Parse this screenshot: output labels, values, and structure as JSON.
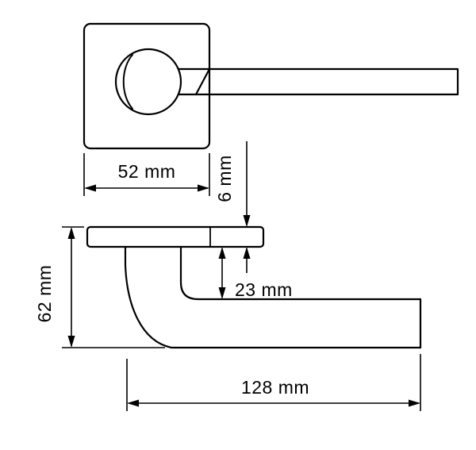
{
  "page": {
    "background": "#ffffff",
    "line_color": "#000000"
  },
  "drawing": {
    "subject": "door-lever-handle-dimensional-drawing",
    "dimensions": {
      "rose_width": {
        "label": "52 mm",
        "value": 52,
        "unit": "mm"
      },
      "rose_thickness": {
        "label": "6 mm",
        "value": 6,
        "unit": "mm"
      },
      "handle_offset": {
        "label": "23 mm",
        "value": 23,
        "unit": "mm"
      },
      "projection": {
        "label": "62 mm",
        "value": 62,
        "unit": "mm"
      },
      "lever_length": {
        "label": "128 mm",
        "value": 128,
        "unit": "mm"
      }
    }
  }
}
